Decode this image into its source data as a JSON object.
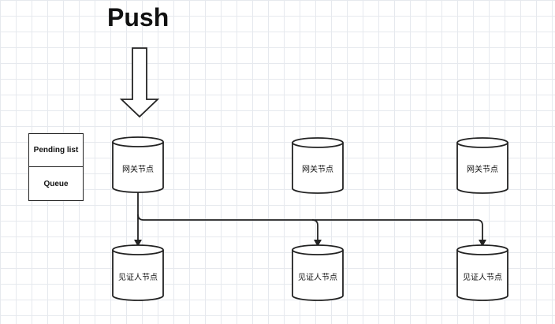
{
  "title": "Push",
  "pending": {
    "list_label": "Pending list",
    "queue_label": "Queue"
  },
  "gateway_nodes": [
    {
      "label": "网关节点"
    },
    {
      "label": "网关节点"
    },
    {
      "label": "网关节点"
    }
  ],
  "witness_nodes": [
    {
      "label": "见证人节点"
    },
    {
      "label": "见证人节点"
    },
    {
      "label": "见证人节点"
    }
  ],
  "colors": {
    "stroke": "#222222",
    "grid": "#e6e9ee",
    "background": "#ffffff"
  }
}
